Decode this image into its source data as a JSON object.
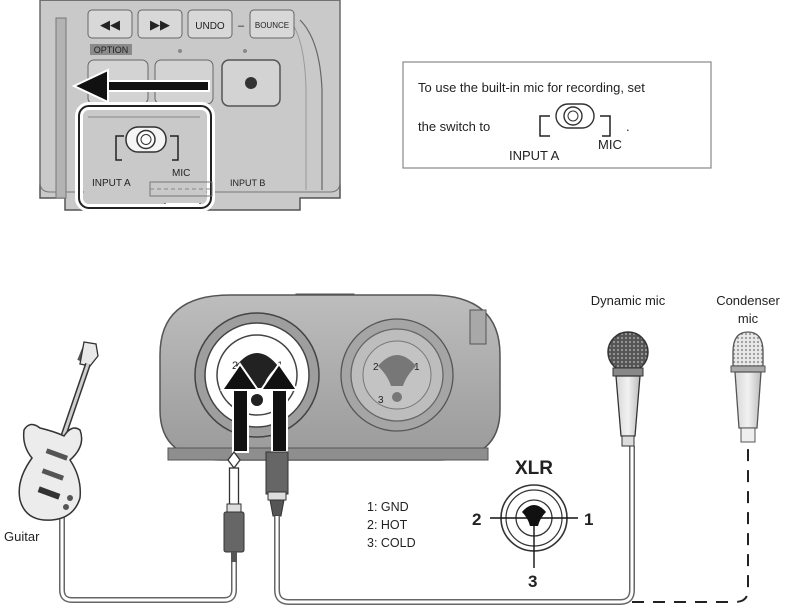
{
  "recorder_top": {
    "buttons": {
      "rewind": "◀◀",
      "forward": "▶▶",
      "undo": "UNDO",
      "dash": "–",
      "bounce": "BOUNCE",
      "option": "OPTION"
    },
    "switch_labels": {
      "left": "INPUT A",
      "right": "MIC"
    },
    "input_b_label": "INPUT B"
  },
  "callout": {
    "line1": "To use the built-in mic for recording, set",
    "line2_prefix": "the switch to",
    "period": ".",
    "switch_left": "INPUT A",
    "switch_right": "MIC"
  },
  "devices": {
    "guitar": "Guitar",
    "dynamic_mic": "Dynamic mic",
    "condenser_mic_line1": "Condenser",
    "condenser_mic_line2": "mic"
  },
  "jack": {
    "pin1": "1",
    "pin2": "2",
    "pin3": "3"
  },
  "xlr": {
    "title": "XLR",
    "pin1": "1",
    "pin2": "2",
    "pin3": "3",
    "legend": [
      "1: GND",
      "2: HOT",
      "3: COLD"
    ]
  }
}
